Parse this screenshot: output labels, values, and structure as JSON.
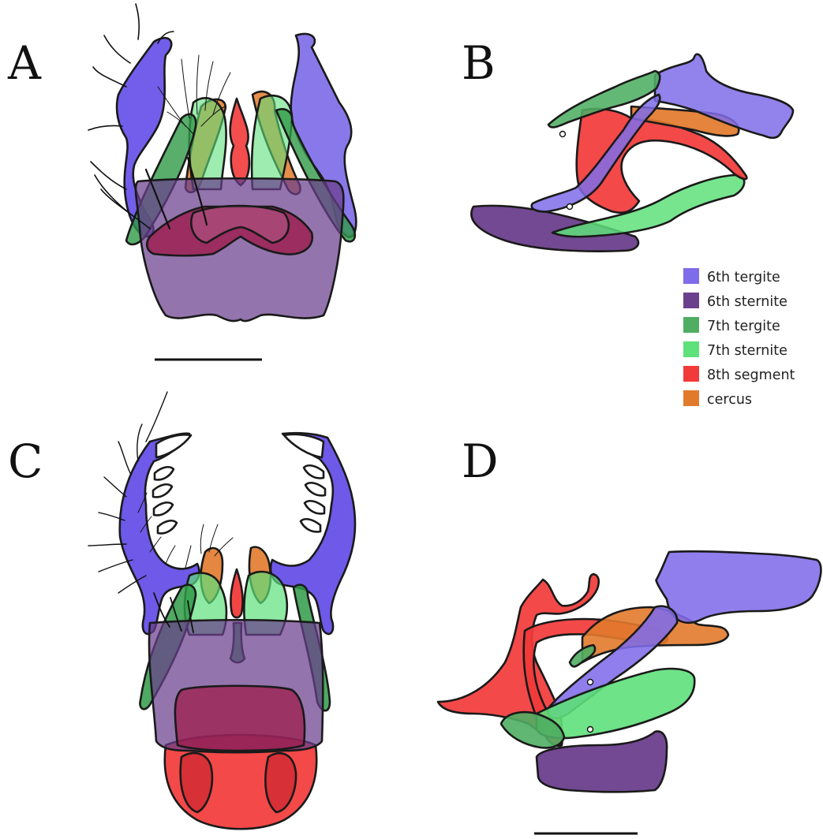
{
  "panels": {
    "A": {
      "letter": "A"
    },
    "B": {
      "letter": "B"
    },
    "C": {
      "letter": "C"
    },
    "D": {
      "letter": "D"
    }
  },
  "legend": {
    "items": [
      {
        "label": "6th tergite",
        "color": "#7f6ce8"
      },
      {
        "label": "6th sternite",
        "color": "#6a3f8c"
      },
      {
        "label": "7th tergite",
        "color": "#4fae63"
      },
      {
        "label": "7th sternite",
        "color": "#5ee07a"
      },
      {
        "label": "8th segment",
        "color": "#f23a3a"
      },
      {
        "label": "cercus",
        "color": "#e27a2c"
      }
    ]
  }
}
